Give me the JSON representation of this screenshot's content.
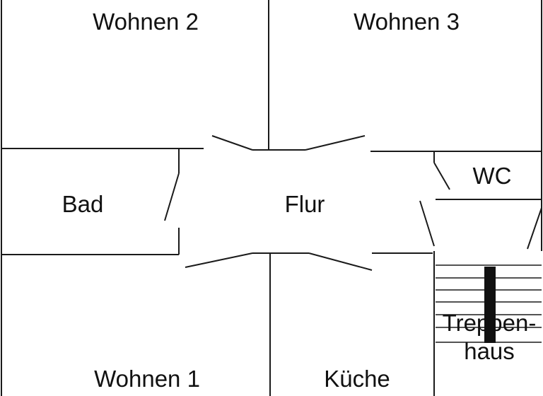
{
  "floorplan": {
    "rooms": {
      "wohnen2": "Wohnen 2",
      "wohnen3": "Wohnen 3",
      "bad": "Bad",
      "flur": "Flur",
      "wc": "WC",
      "wohnen1": "Wohnen 1",
      "kueche": "Küche",
      "treppenhaus_line1": "Treppen-",
      "treppenhaus_line2": "haus"
    }
  }
}
